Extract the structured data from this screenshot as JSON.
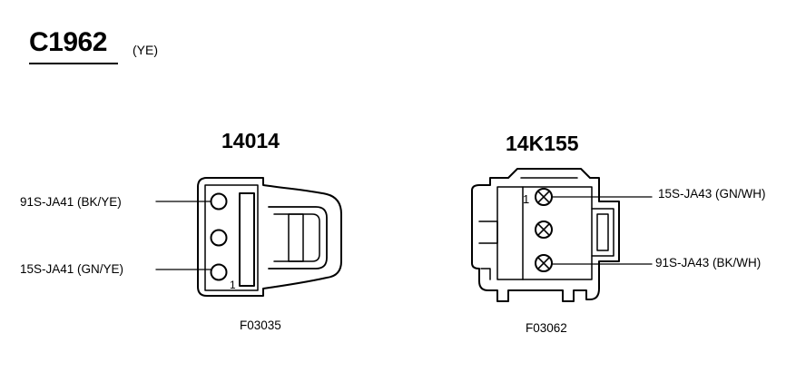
{
  "header": {
    "connector_id": "C1962",
    "color_code": "(YE)"
  },
  "connectors": [
    {
      "part_number": "14014",
      "figure_ref": "F03035",
      "pin_1_marker": "1",
      "wires": [
        {
          "label": "91S-JA41 (BK/YE)"
        },
        {
          "label": "15S-JA41 (GN/YE)"
        }
      ]
    },
    {
      "part_number": "14K155",
      "figure_ref": "F03062",
      "pin_1_marker": "1",
      "wires": [
        {
          "label": "15S-JA43 (GN/WH)"
        },
        {
          "label": "91S-JA43 (BK/WH)"
        }
      ]
    }
  ]
}
